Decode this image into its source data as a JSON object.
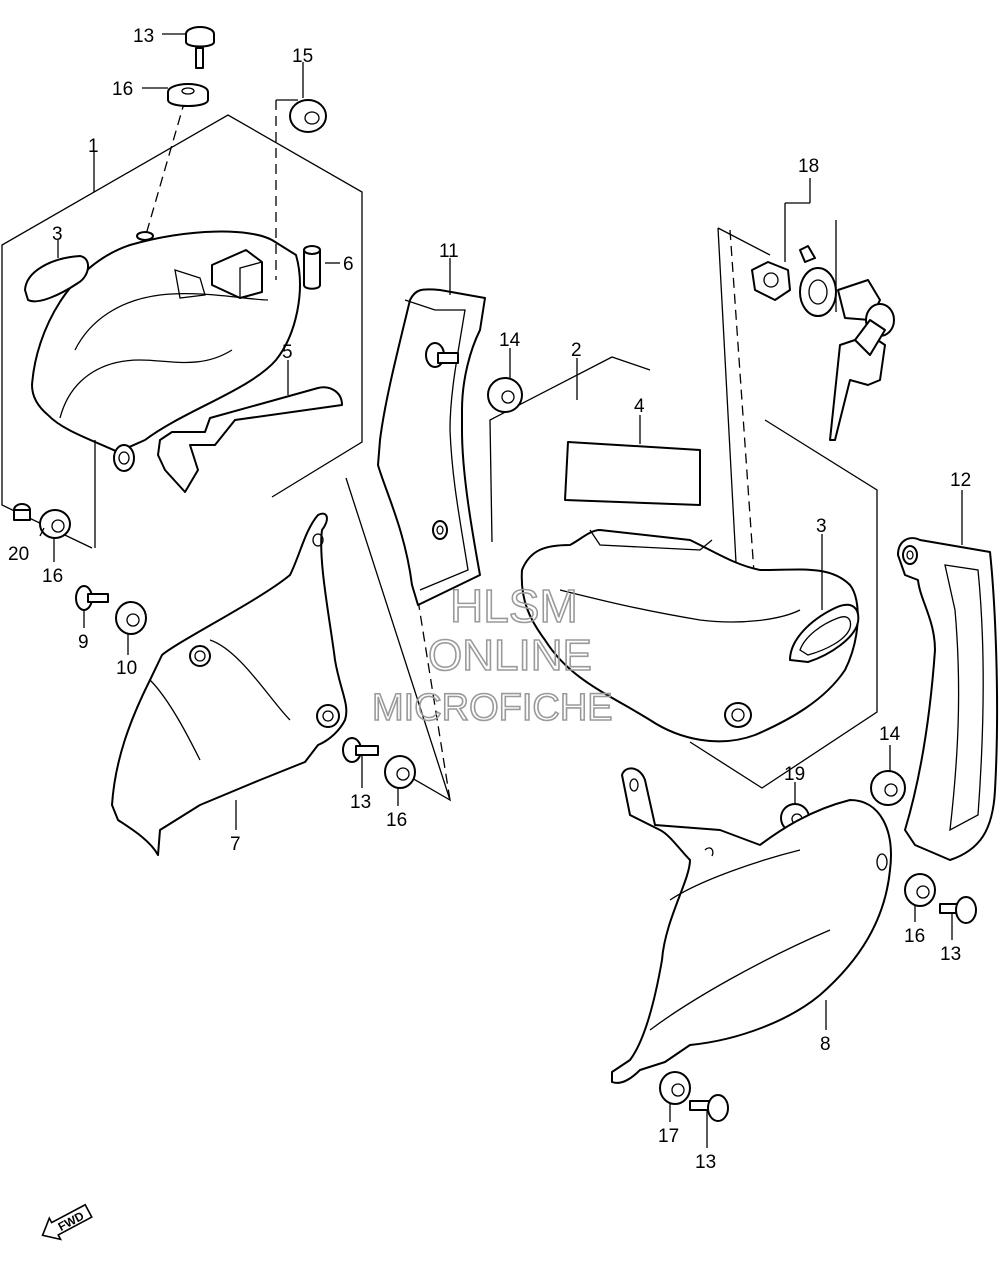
{
  "labels": {
    "l1": "1",
    "l2": "2",
    "l3a": "3",
    "l3b": "3",
    "l4": "4",
    "l5": "5",
    "l6": "6",
    "l7": "7",
    "l8": "8",
    "l9": "9",
    "l10": "10",
    "l11": "11",
    "l12": "12",
    "l13a": "13",
    "l13b": "13",
    "l13c": "13",
    "l13d": "13",
    "l14a": "14",
    "l14b": "14",
    "l15": "15",
    "l16a": "16",
    "l16b": "16",
    "l16c": "16",
    "l16d": "16",
    "l17": "17",
    "l18": "18",
    "l19": "19",
    "l20": "20"
  },
  "watermark": {
    "line1": "HLSM",
    "line2": "ONLINE",
    "line3": "MICROFICHE"
  },
  "fwd_label": "FWD"
}
